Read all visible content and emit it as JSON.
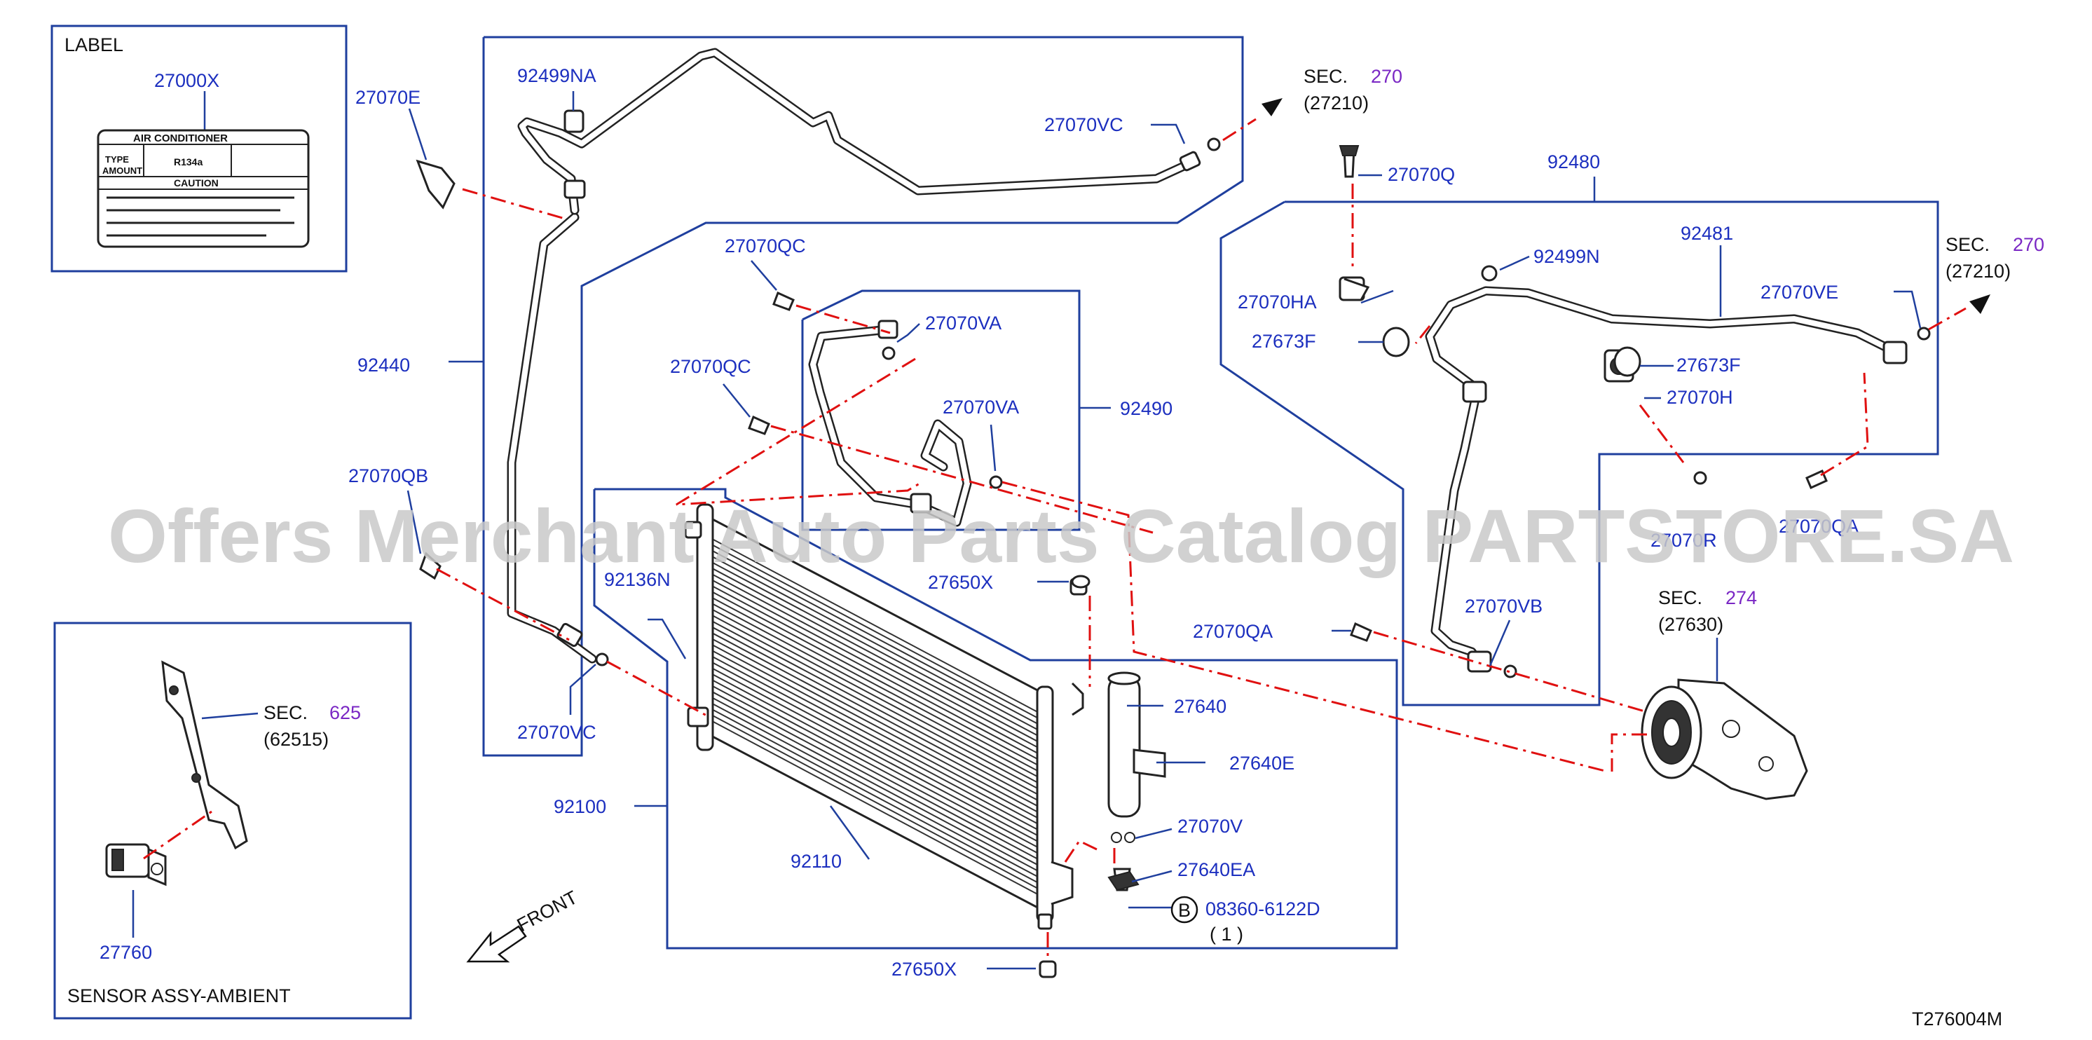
{
  "diagram": {
    "code": "T276004M",
    "watermark": "Offers Merchant Auto Parts Catalog PARTSTORE.SA",
    "front_label": "FRONT",
    "label_box": {
      "title": "LABEL",
      "part": "27000X",
      "sticker": {
        "heading": "AIR CONDITIONER",
        "type": "TYPE",
        "amount": "AMOUNT",
        "refrigerant": "R134a",
        "caution": "CAUTION"
      }
    },
    "sensor_box": {
      "title": "SENSOR   ASSY-AMBIENT",
      "part": "27760",
      "sec_word": "SEC.",
      "sec_num": "625",
      "sec_ref": "(62515)"
    },
    "sections": [
      {
        "word": "SEC.",
        "num": "270",
        "ref": "(27210)"
      },
      {
        "word": "SEC.",
        "num": "270",
        "ref": "(27210)"
      },
      {
        "word": "SEC.",
        "num": "274",
        "ref": "(27630)"
      }
    ],
    "bolt_ref": {
      "marker": "B",
      "part": "08360-6122D",
      "qty": "( 1 )"
    },
    "labels": {
      "p27070E": "27070E",
      "p92499NA": "92499NA",
      "p27070VC_top": "27070VC",
      "p92440": "92440",
      "p27070QB": "27070QB",
      "p27070VC_bot": "27070VC",
      "p27070QC_1": "27070QC",
      "p27070VA_1": "27070VA",
      "p27070QC_2": "27070QC",
      "p27070VA_2": "27070VA",
      "p92490": "92490",
      "p92136N": "92136N",
      "p27650X_1": "27650X",
      "p27640": "27640",
      "p27640E": "27640E",
      "p92100": "92100",
      "p92110": "92110",
      "p27070V": "27070V",
      "p27640EA": "27640EA",
      "p27650X_2": "27650X",
      "p27070Q": "27070Q",
      "p92480": "92480",
      "p92499N": "92499N",
      "p92481": "92481",
      "p27070HA": "27070HA",
      "p27070VE": "27070VE",
      "p27673F_1": "27673F",
      "p27673F_2": "27673F",
      "p27070H": "27070H",
      "p27070R": "27070R",
      "p27070QA_r": "27070QA",
      "p27070VB": "27070VB",
      "p27070QA": "27070QA"
    }
  }
}
